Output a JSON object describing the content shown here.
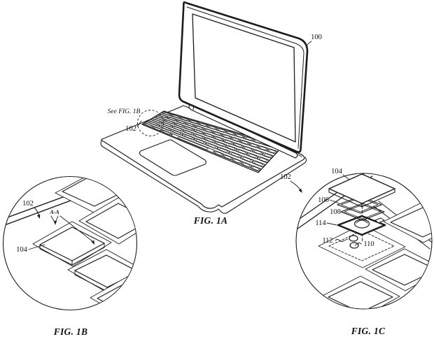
{
  "labels": {
    "see_fig_note": "See FIG. 1B",
    "section": "A-A",
    "r100": "100",
    "r102": "102",
    "r104": "104",
    "r106": "106",
    "r108": "108",
    "r110": "110",
    "r112": "112",
    "r114": "114"
  },
  "captions": {
    "fig1a": "FIG. 1A",
    "fig1b": "FIG. 1B",
    "fig1c": "FIG. 1C"
  },
  "colors": {
    "ink": "#1c1c1c",
    "background": "#ffffff"
  }
}
